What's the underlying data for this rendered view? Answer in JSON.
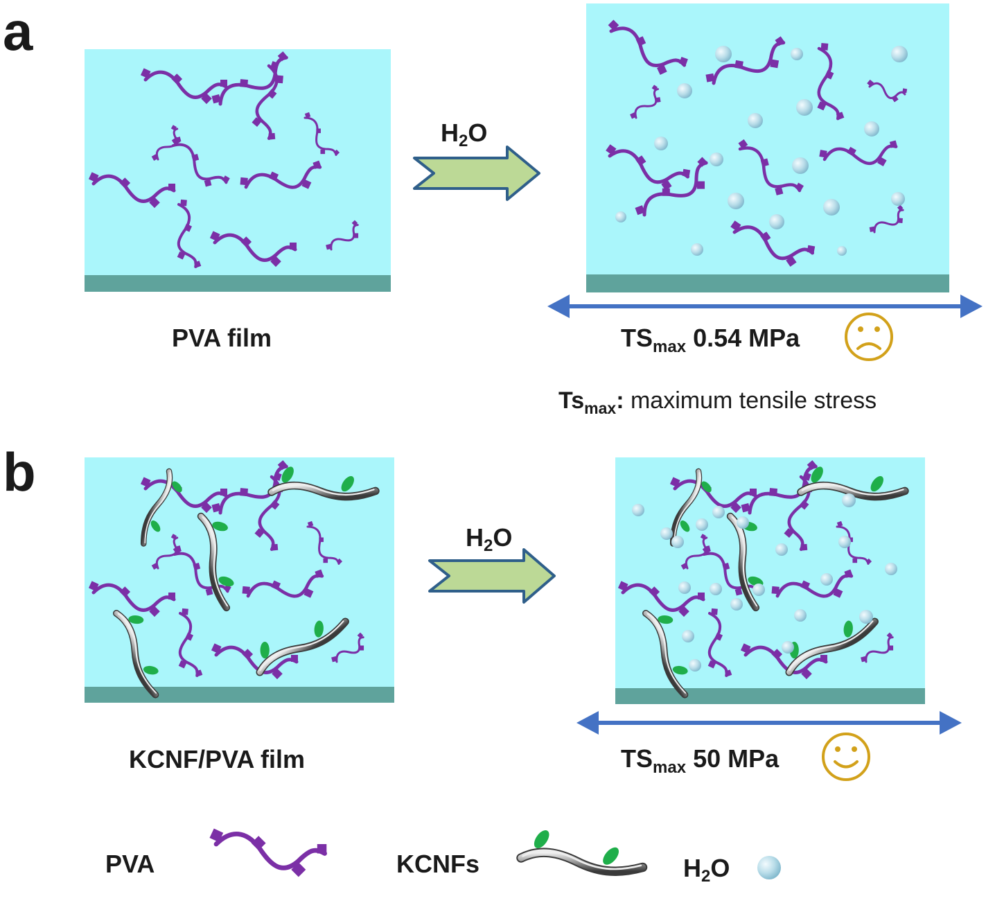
{
  "panels": [
    {
      "letter": "a",
      "left_caption": "PVA film",
      "arrow_label": {
        "main": "H",
        "sub": "2",
        "tail": "O"
      },
      "result": {
        "main": "TS",
        "sub": "max",
        "value": "0.54 MPa"
      },
      "face": "sad-face-icon"
    },
    {
      "letter": "b",
      "left_caption": "KCNF/PVA film",
      "arrow_label": {
        "main": "H",
        "sub": "2",
        "tail": "O"
      },
      "result": {
        "main": "TS",
        "sub": "max",
        "value": "50 MPa"
      },
      "face": "smiley-face-icon"
    }
  ],
  "definition": {
    "term": "Ts",
    "sub": "max",
    "colon": ":",
    "text": " maximum tensile stress"
  },
  "legend": {
    "pva": "PVA",
    "kcnf": "KCNFs",
    "water": {
      "main": "H",
      "sub": "2",
      "tail": "O"
    }
  },
  "colors": {
    "film": "#aaf6fb",
    "substrate": "#5fa39c",
    "pva_chain": "#7b2fa6",
    "kcnf_fiber": "#8c8c8c",
    "kcnf_tab": "#1fae4a",
    "water_drop": "#b9dde9",
    "process_arrow_fill": "#bcd996",
    "process_arrow_edge": "#2f5f8a",
    "tensile_arrow": "#4472c4",
    "face": "#d2a11a"
  }
}
